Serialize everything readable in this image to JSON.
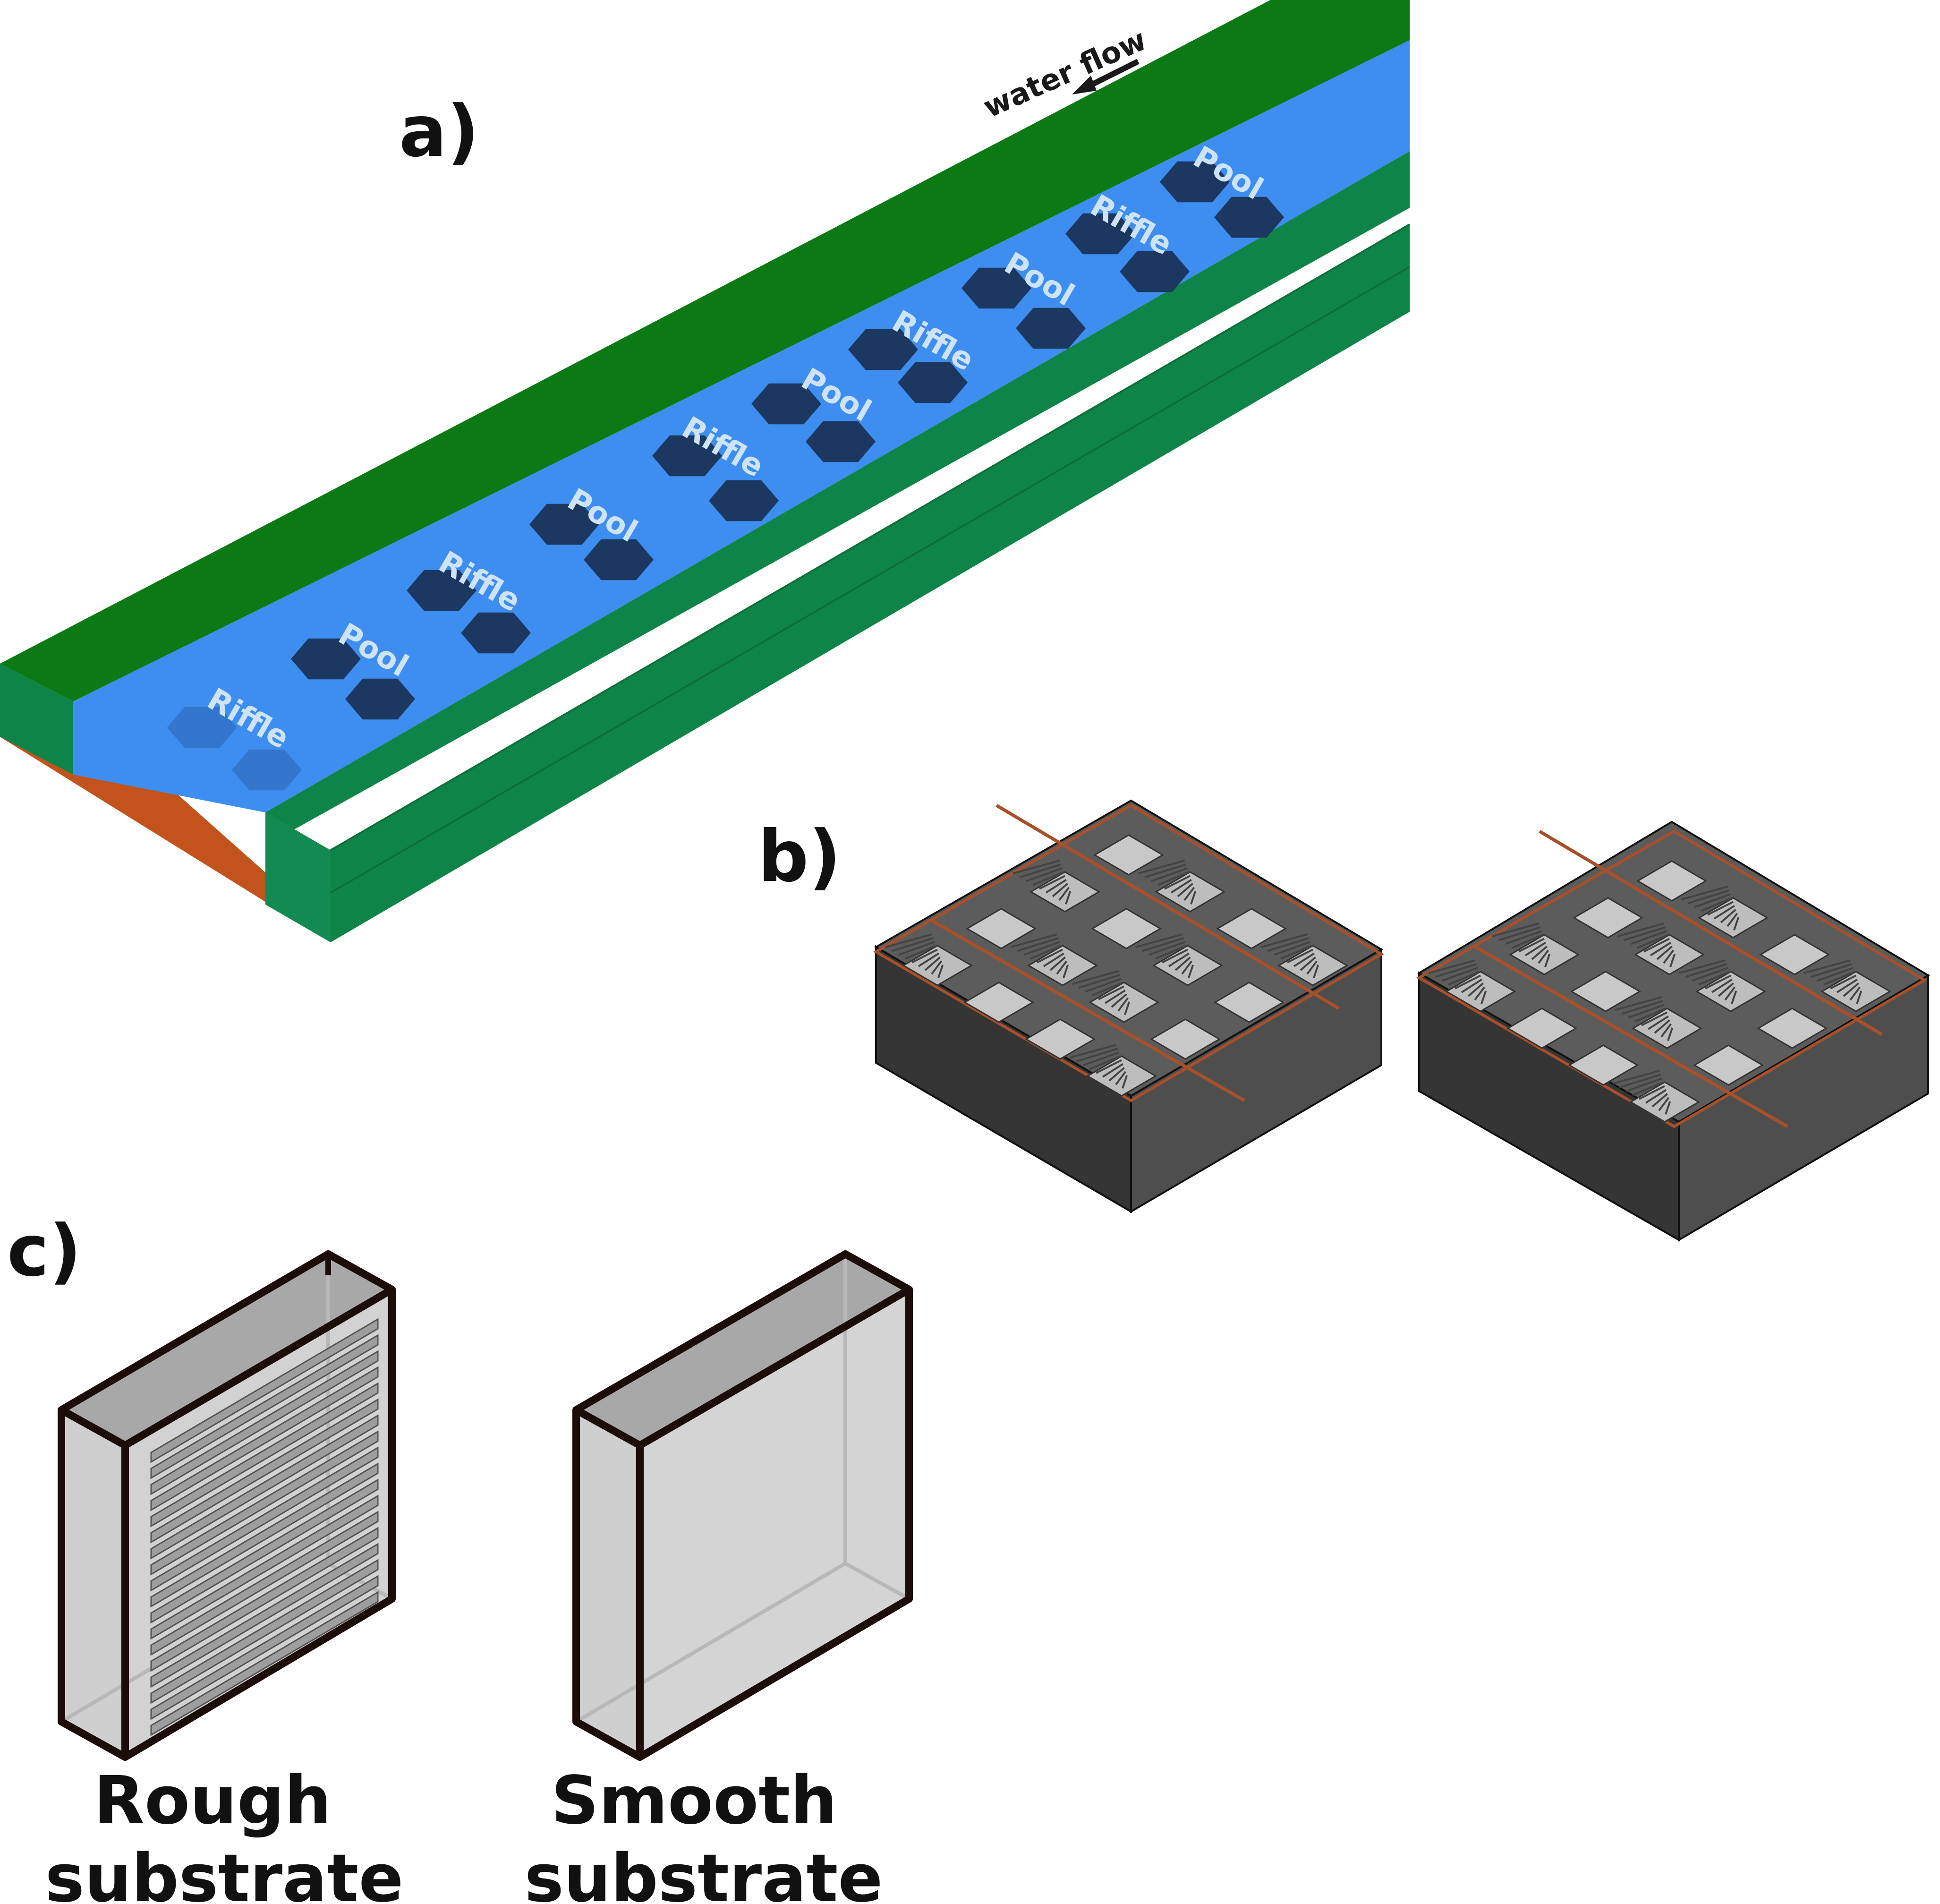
{
  "panels": {
    "a": "a)",
    "b": "b)",
    "c": "c)"
  },
  "river": {
    "flow_label": "water flow",
    "sections": [
      "Riffle",
      "Pool",
      "Riffle",
      "Pool",
      "Riffle",
      "Pool",
      "Riffle",
      "Pool",
      "Riffle",
      "Pool"
    ]
  },
  "substrates": {
    "rough_line1": "Rough",
    "rough_line2": "substrate",
    "smooth_line1": "Smooth",
    "smooth_line2": "substrate"
  },
  "colors": {
    "bank": "#0b7a14",
    "bank_side": "#0f8448",
    "water": "#3d8ef0",
    "hexagon": "#1c3860",
    "soil": "#c2531c",
    "block_top": "#5c5c5c",
    "block_side": "#4a4a4a",
    "block_front": "#3a3a3a",
    "divider": "#a8502a",
    "tile": "#c8c8c8",
    "frame": "#1a0d0a"
  }
}
